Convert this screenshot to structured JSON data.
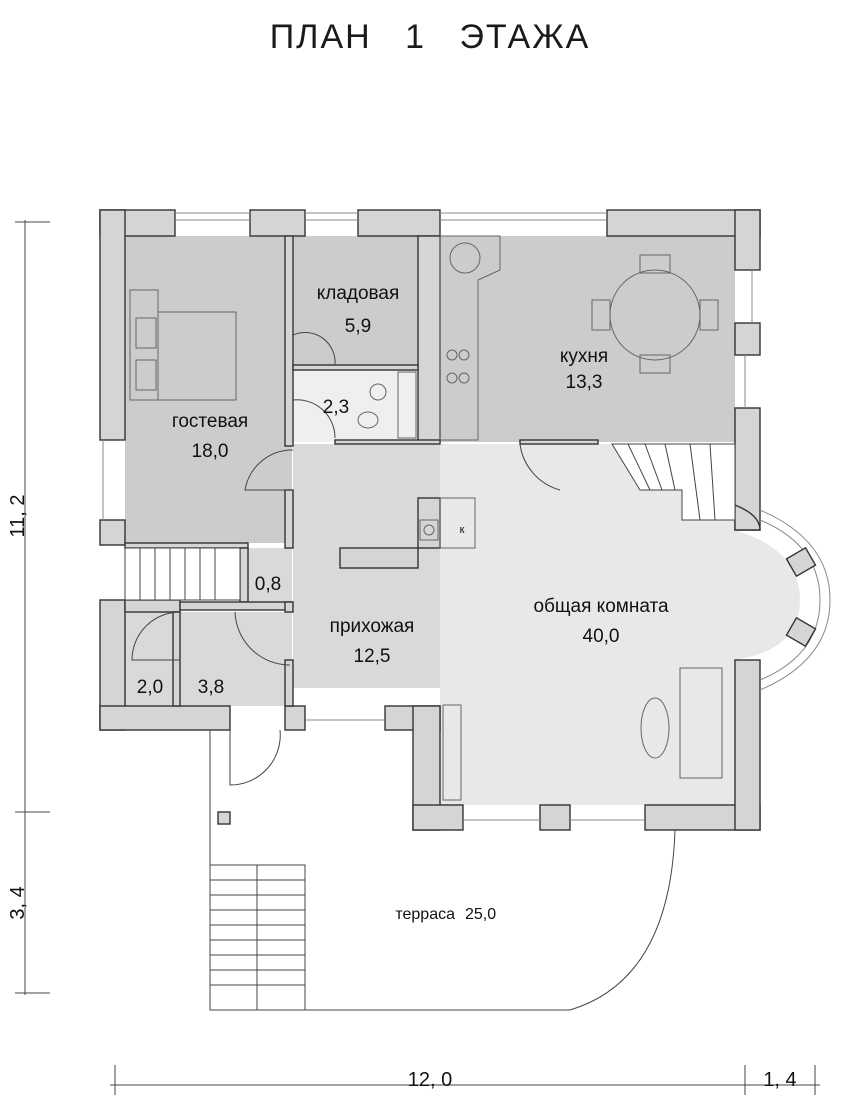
{
  "title": "ПЛАН   1    ЭТАЖА",
  "rooms": {
    "guest": {
      "name": "гостевая",
      "area": "18,0"
    },
    "storage": {
      "name": "кладовая",
      "area": "5,9"
    },
    "kitchen": {
      "name": "кухня",
      "area": "13,3"
    },
    "bath": {
      "area": "2,3"
    },
    "closet_small": {
      "area": "0,8"
    },
    "hall": {
      "name": "прихожая",
      "area": "12,5"
    },
    "living": {
      "name": "общая комната",
      "area": "40,0"
    },
    "room_a": {
      "area": "2,0"
    },
    "room_b": {
      "area": "3,8"
    },
    "terrace": {
      "name": "терраса",
      "area": "25,0"
    },
    "stove_mark": "к"
  },
  "dimensions": {
    "height_main": "11, 2",
    "height_terrace": "3, 4",
    "width_main": "12, 0",
    "width_bay": "1, 4"
  }
}
